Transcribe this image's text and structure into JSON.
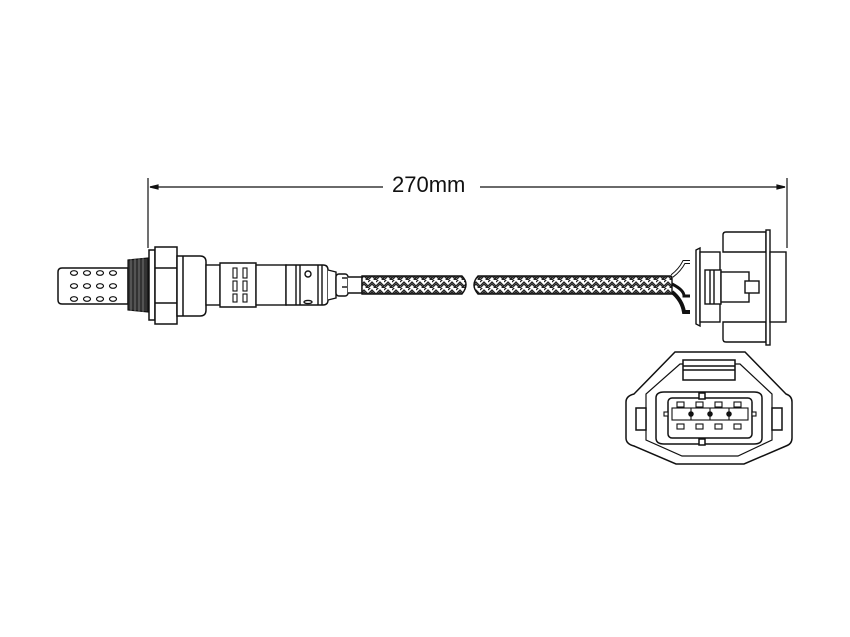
{
  "diagram": {
    "title": "Oxygen sensor with braided lead and 4-pin connector",
    "dimension": {
      "label": "270mm",
      "value": 270,
      "unit": "mm"
    },
    "components": [
      {
        "name": "sensor-tip",
        "description": "Perforated protective shield (3 rows x 4 holes)"
      },
      {
        "name": "threaded-body",
        "description": "Threaded mounting section"
      },
      {
        "name": "hex-nut",
        "description": "Hex body"
      },
      {
        "name": "sensor-housing",
        "description": "Sensor housing with vents"
      },
      {
        "name": "braided-cable",
        "description": "Braided protective sleeve (shown broken)"
      },
      {
        "name": "connector-side-view",
        "description": "Connector, side view"
      },
      {
        "name": "connector-front-view",
        "description": "4-pin connector face"
      }
    ],
    "connector": {
      "pin_count": 4
    },
    "colors": {
      "line": "#111111",
      "background": "#ffffff"
    }
  }
}
